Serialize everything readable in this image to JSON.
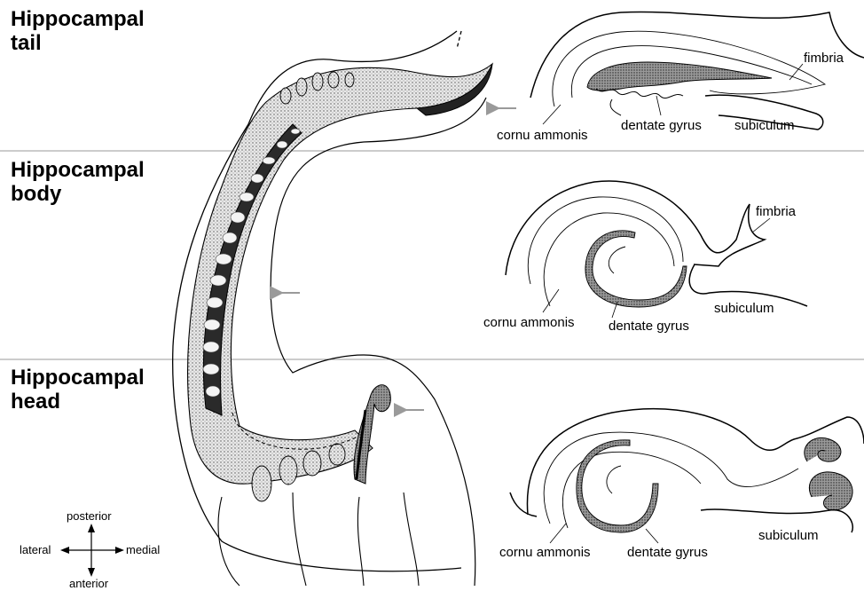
{
  "sections": {
    "tail": {
      "line1": "Hippocampal",
      "line2": "tail"
    },
    "body": {
      "line1": "Hippocampal",
      "line2": "body"
    },
    "head": {
      "line1": "Hippocampal",
      "line2": "head"
    }
  },
  "tail_section_labels": {
    "cornu_ammonis": "cornu ammonis",
    "dentate_gyrus": "dentate gyrus",
    "subiculum": "subiculum",
    "fimbria": "fimbria"
  },
  "body_section_labels": {
    "cornu_ammonis": "cornu ammonis",
    "dentate_gyrus": "dentate gyrus",
    "subiculum": "subiculum",
    "fimbria": "fimbria"
  },
  "head_section_labels": {
    "cornu_ammonis": "cornu ammonis",
    "dentate_gyrus": "dentate gyrus",
    "subiculum": "subiculum"
  },
  "compass": {
    "posterior": "posterior",
    "anterior": "anterior",
    "lateral": "lateral",
    "medial": "medial"
  },
  "colors": {
    "divider": "#9a9a9a",
    "arrow": "#9a9a9a",
    "outline": "#000000",
    "stipple": "#555555"
  }
}
